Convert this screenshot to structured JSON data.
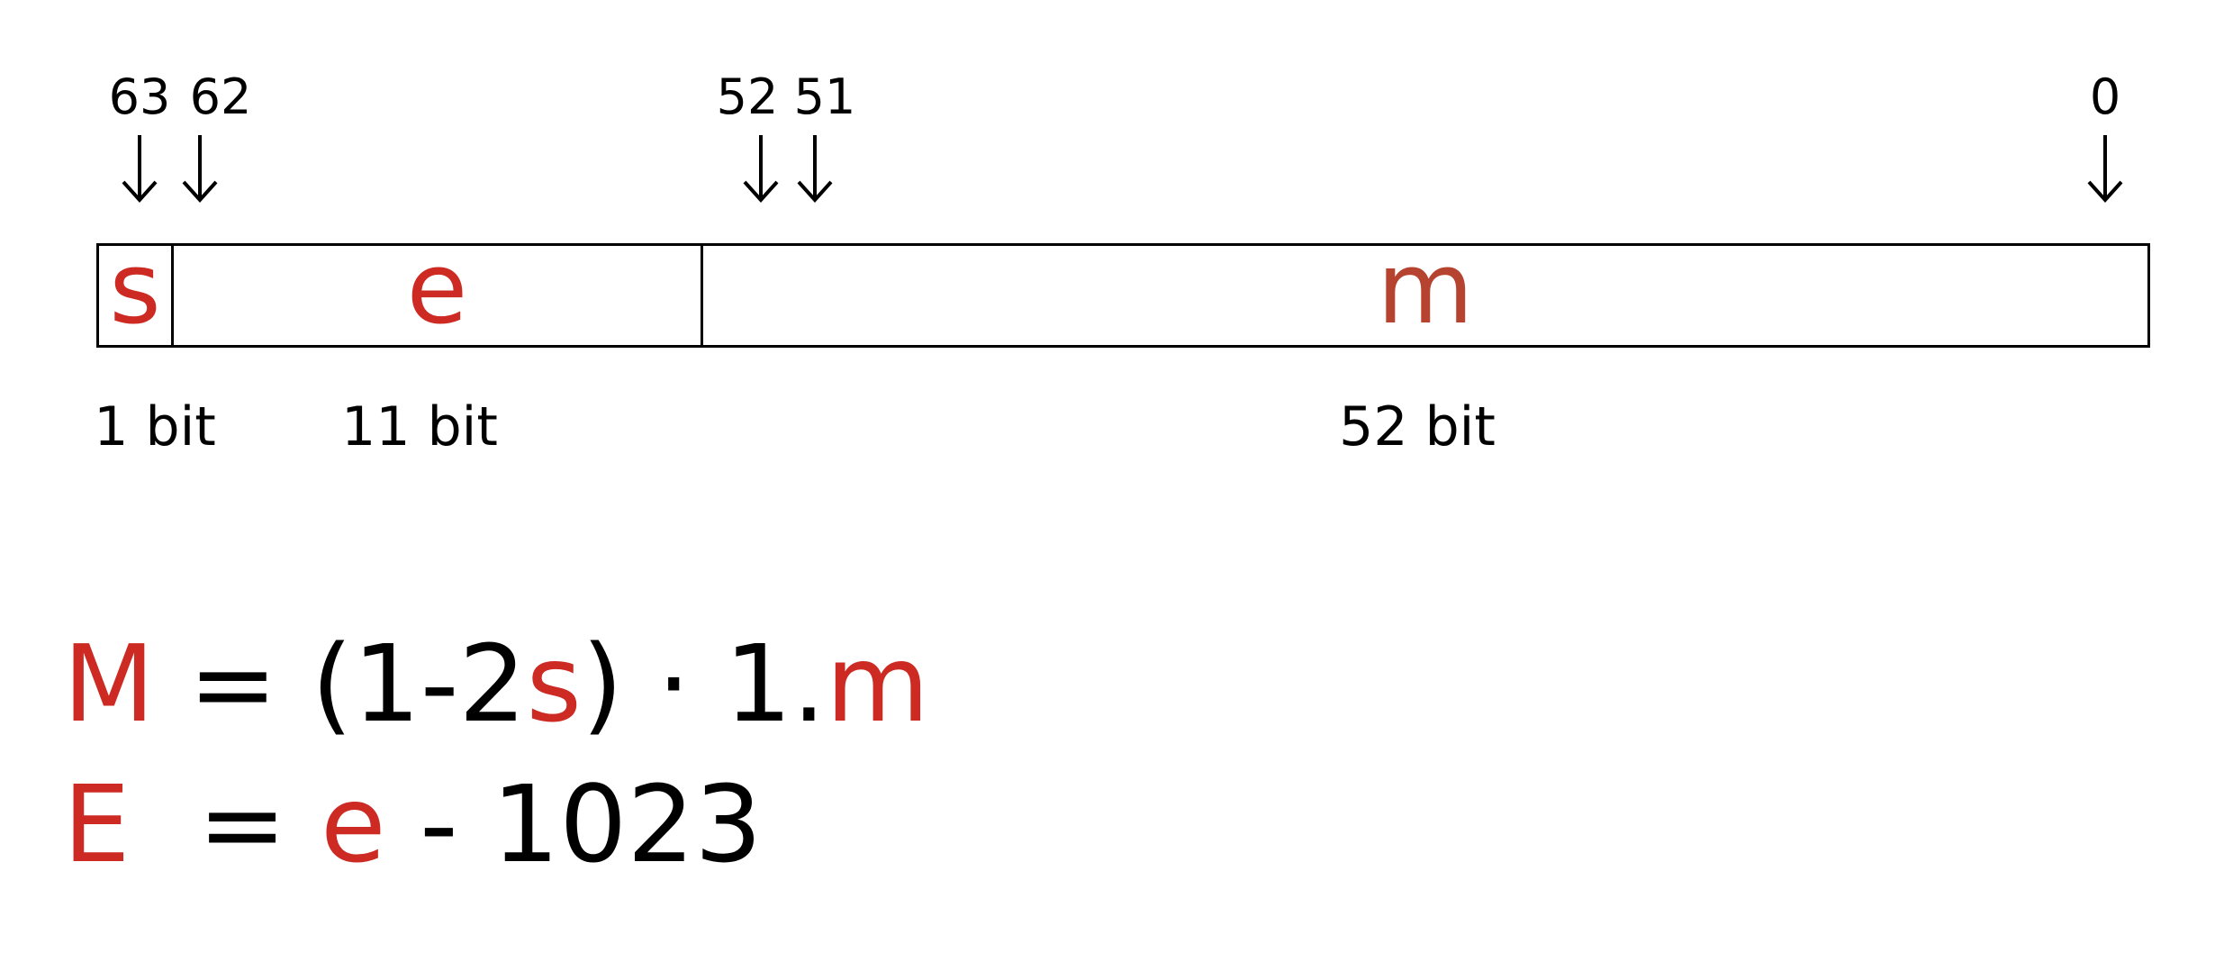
{
  "colors": {
    "accent": "#cc2a22",
    "accent_m": "#b6432f",
    "text": "#000000"
  },
  "bit_positions": [
    {
      "label": "63"
    },
    {
      "label": "62"
    },
    {
      "label": "52"
    },
    {
      "label": "51"
    },
    {
      "label": "0"
    }
  ],
  "fields": {
    "s": "s",
    "e": "e",
    "m": "m"
  },
  "widths": {
    "s": "1 bit",
    "e": "11 bit",
    "m": "52 bit"
  },
  "formula_mantissa": {
    "lhs": "M",
    "eq": " = (1-2",
    "s": "s",
    "mid": ") · 1.",
    "m": "m"
  },
  "formula_exponent": {
    "lhs": "E",
    "eq": "  = ",
    "e": "e",
    "rest": " - 1023"
  }
}
